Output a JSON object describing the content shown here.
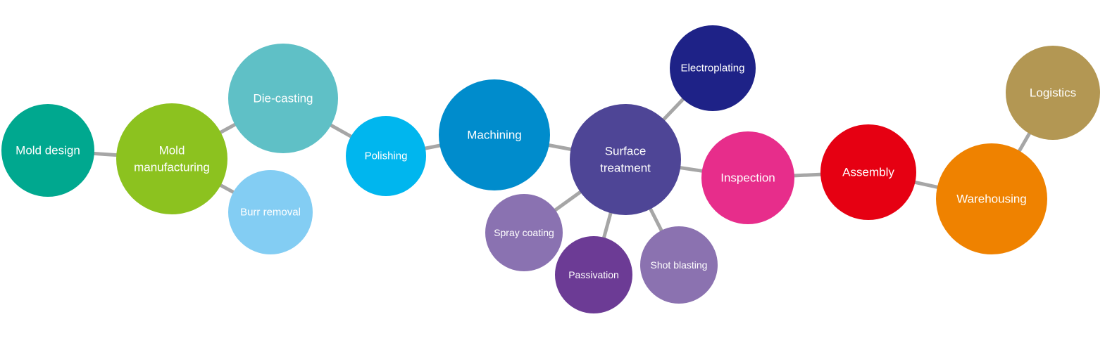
{
  "diagram": {
    "nodes": [
      {
        "id": "mold-design",
        "lines": [
          "Mold design"
        ],
        "color": "#00a88f"
      },
      {
        "id": "mold-manufacturing",
        "lines": [
          "Mold",
          "manufacturing"
        ],
        "color": "#8cc21f"
      },
      {
        "id": "die-casting",
        "lines": [
          "Die-casting"
        ],
        "color": "#5fc0c6"
      },
      {
        "id": "burr-removal",
        "lines": [
          "Burr removal"
        ],
        "color": "#83cdf3"
      },
      {
        "id": "polishing",
        "lines": [
          "Polishing"
        ],
        "color": "#00b6ee"
      },
      {
        "id": "machining",
        "lines": [
          "Machining"
        ],
        "color": "#008ccc"
      },
      {
        "id": "surface-treatment",
        "lines": [
          "Surface",
          "treatment"
        ],
        "color": "#4e4596"
      },
      {
        "id": "electroplating",
        "lines": [
          "Electroplating"
        ],
        "color": "#1e2287"
      },
      {
        "id": "spray-coating",
        "lines": [
          "Spray coating"
        ],
        "color": "#8a72b1"
      },
      {
        "id": "passivation",
        "lines": [
          "Passivation"
        ],
        "color": "#6c3b95"
      },
      {
        "id": "shot-blasting",
        "lines": [
          "Shot blasting"
        ],
        "color": "#8b72b0"
      },
      {
        "id": "inspection",
        "lines": [
          "Inspection"
        ],
        "color": "#e72d8b"
      },
      {
        "id": "assembly",
        "lines": [
          "Assembly"
        ],
        "color": "#e60012"
      },
      {
        "id": "warehousing",
        "lines": [
          "Warehousing"
        ],
        "color": "#ef8200"
      },
      {
        "id": "logistics",
        "lines": [
          "Logistics"
        ],
        "color": "#b39753"
      }
    ],
    "edges": [
      [
        "mold-design",
        "mold-manufacturing"
      ],
      [
        "mold-manufacturing",
        "die-casting"
      ],
      [
        "mold-manufacturing",
        "burr-removal"
      ],
      [
        "die-casting",
        "polishing"
      ],
      [
        "polishing",
        "machining"
      ],
      [
        "machining",
        "surface-treatment"
      ],
      [
        "surface-treatment",
        "electroplating"
      ],
      [
        "surface-treatment",
        "spray-coating"
      ],
      [
        "surface-treatment",
        "passivation"
      ],
      [
        "surface-treatment",
        "shot-blasting"
      ],
      [
        "surface-treatment",
        "inspection"
      ],
      [
        "inspection",
        "assembly"
      ],
      [
        "assembly",
        "warehousing"
      ],
      [
        "warehousing",
        "logistics"
      ]
    ],
    "edge_color": "#a6a6a6"
  }
}
